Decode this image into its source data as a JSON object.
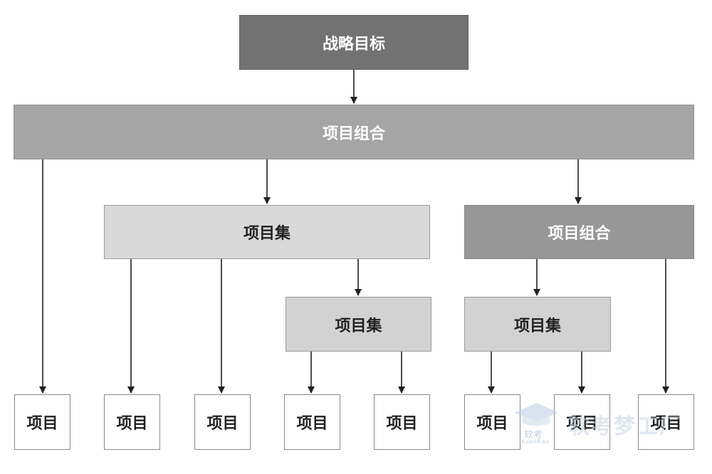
{
  "strategy": {
    "label": "战略目标"
  },
  "portfolio_top": {
    "label": "项目组合"
  },
  "program_left": {
    "label": "项目集"
  },
  "portfolio_right": {
    "label": "项目组合"
  },
  "program_sub_mid": {
    "label": "项目集"
  },
  "program_sub_right": {
    "label": "项目集"
  },
  "projects": [
    "项目",
    "项目",
    "项目",
    "项目",
    "项目",
    "项目",
    "项目",
    "项目"
  ],
  "watermark": {
    "brand": "软考",
    "brand_en": "KuanKao",
    "slogan": "软考梦工厂"
  }
}
